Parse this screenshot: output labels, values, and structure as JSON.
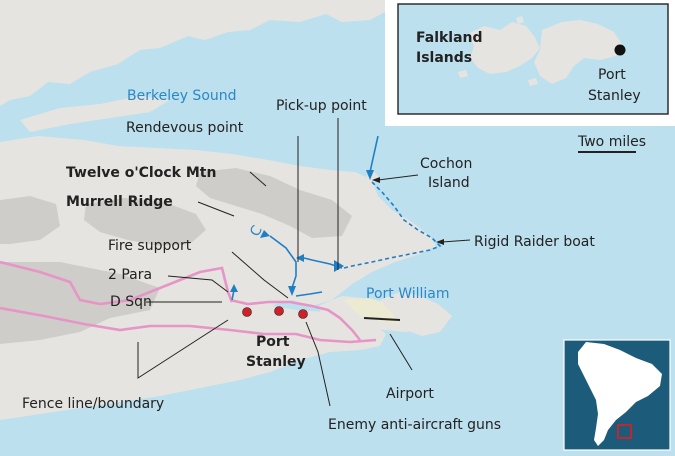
{
  "map": {
    "labels": {
      "berkeley_sound": "Berkeley Sound",
      "pickup_point": "Pick-up point",
      "rendevous_point": "Rendevous point",
      "scale": "Two miles",
      "cochon_line1": "Cochon",
      "cochon_line2": "Island",
      "twelve_oclock": "Twelve o'Clock Mtn",
      "murrell_ridge": "Murrell Ridge",
      "rigid_raider": "Rigid Raider boat",
      "fire_support": "Fire support",
      "two_para": "2 Para",
      "port_william": "Port William",
      "d_sqn": "D Sqn",
      "port_stanley_line1": "Port",
      "port_stanley_line2": "Stanley",
      "airport": "Airport",
      "fence_line": "Fence line/boundary",
      "enemy_guns": "Enemy anti-aircraft guns"
    },
    "inset_falklands": {
      "title_line1": "Falkland",
      "title_line2": "Islands",
      "port_line1": "Port",
      "port_line2": "Stanley"
    },
    "inset_south_america": {
      "highlight": "Falkland Islands location"
    },
    "colors": {
      "sea": "#bde0ee",
      "land": "#e6e4e0",
      "hills": "#cfcdc9",
      "route": "#1f7fc4",
      "road": "#e695c6",
      "guns": "#d0202a",
      "inset_sea": "#1c5b7a",
      "inset_land": "#ffffff"
    }
  }
}
